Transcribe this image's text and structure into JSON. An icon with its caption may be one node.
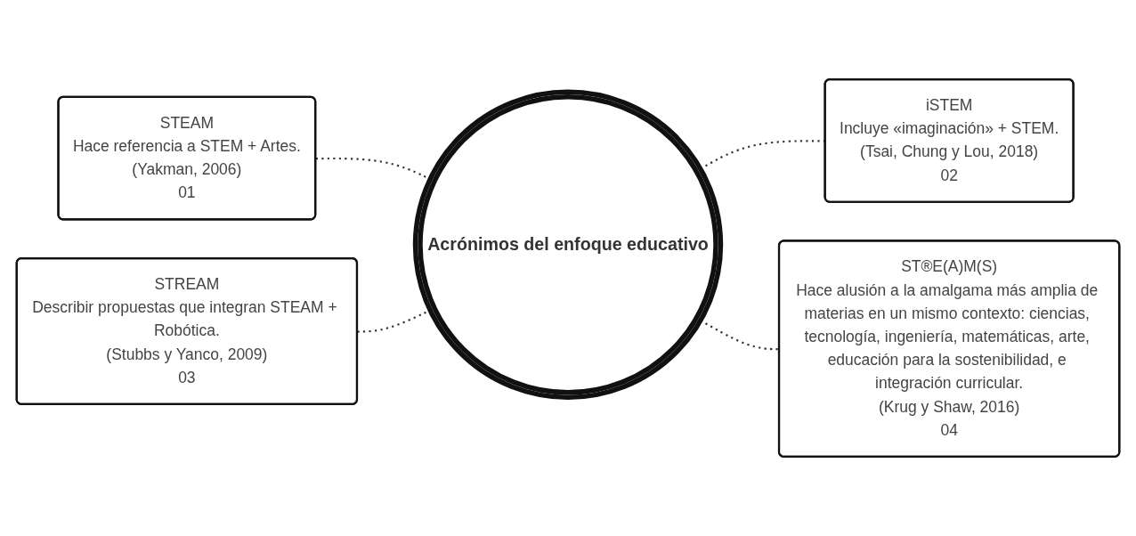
{
  "diagram": {
    "nodes": [
      {
        "text": [
          "Acrónimos del enfoque educativo"
        ]
      },
      {
        "text": [
          "STEAM",
          "Hace referencia a STEM + Artes.",
          "(Yakman, 2006)",
          "01"
        ]
      },
      {
        "text": [
          "iSTEM",
          "Incluye «imaginación» + STEM.",
          "(Tsai, Chung y Lou, 2018)",
          "02"
        ]
      },
      {
        "text": [
          "STREAM",
          "Describir propuestas que integran STEAM + Robótica.",
          "(Stubbs y Yanco, 2009)",
          "03"
        ]
      },
      {
        "text": [
          "ST®E(A)M(S)",
          "Hace alusión a la amalgama más amplia de materias en un mismo contexto: ciencias, tecnología, ingeniería, matemáticas, arte, educación para la sostenibilidad, e integración curricular.",
          "(Krug y Shaw, 2016)",
          "04"
        ]
      }
    ],
    "edges": [
      {
        "from": 1,
        "to": 0,
        "arrow": "none",
        "style": "dashed"
      },
      {
        "from": 0,
        "to": 2,
        "arrow": "none",
        "style": "dashed"
      },
      {
        "from": 3,
        "to": 0,
        "arrow": "none",
        "style": "dashed"
      },
      {
        "from": 0,
        "to": 4,
        "arrow": "none",
        "style": "dashed"
      }
    ]
  }
}
